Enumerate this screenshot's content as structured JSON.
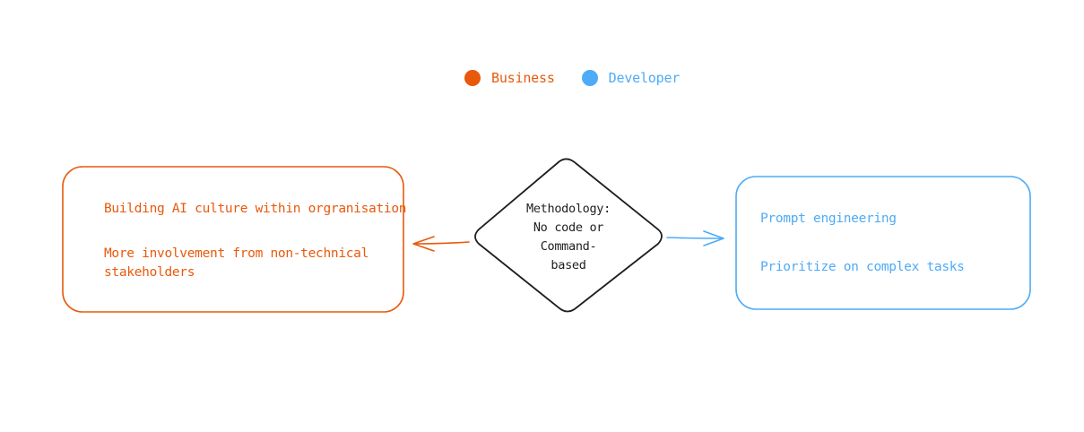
{
  "colors": {
    "business": "#e8590c",
    "developer": "#4dabf7",
    "neutral": "#1e1e1e"
  },
  "legend": [
    {
      "label": "Business",
      "color": "#e8590c"
    },
    {
      "label": "Developer",
      "color": "#4dabf7"
    }
  ],
  "center_node": {
    "label": "Methodology:\nNo code or\nCommand-\nbased"
  },
  "business_box": {
    "items": [
      "Building AI culture within orgranisation",
      "More involvement from non-technical\nstakeholders"
    ]
  },
  "developer_box": {
    "items": [
      "Prompt engineering",
      "Prioritize on complex tasks"
    ]
  }
}
